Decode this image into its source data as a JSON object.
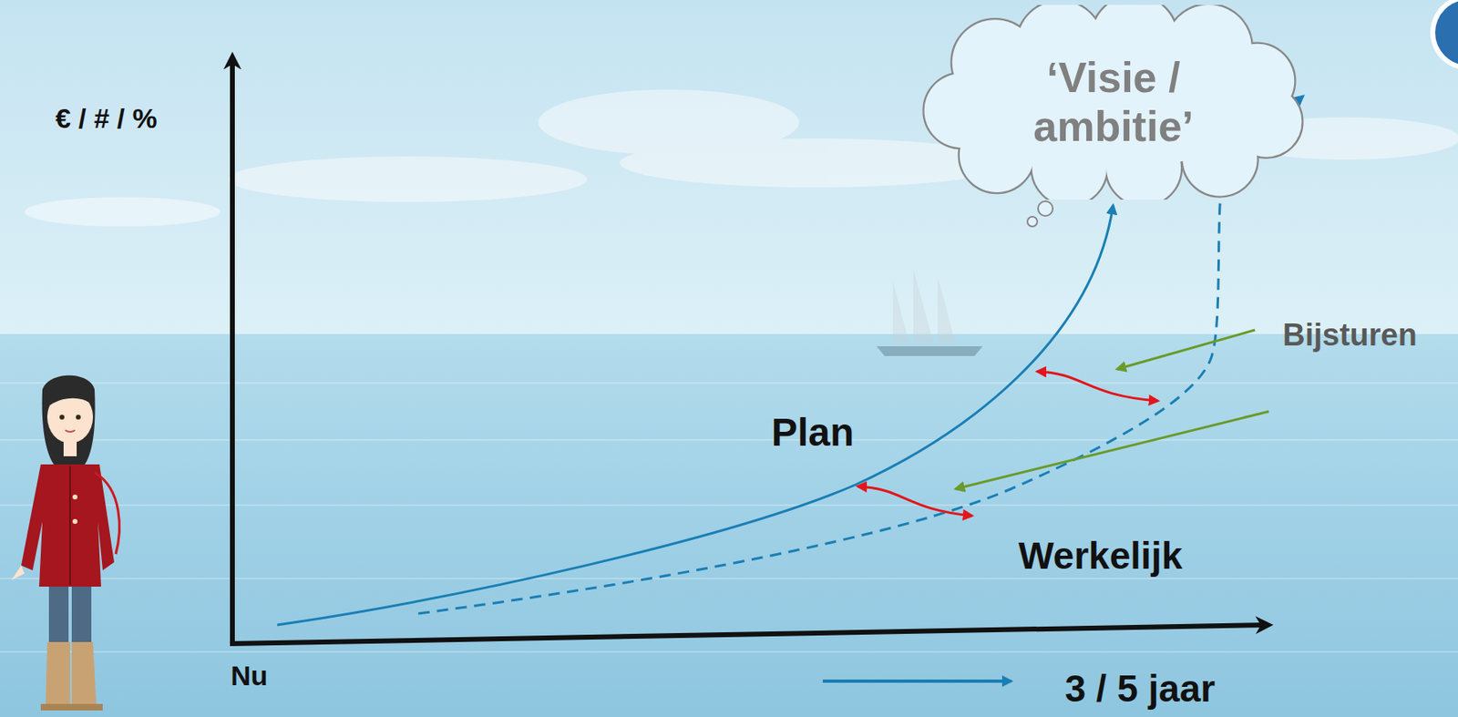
{
  "diagram": {
    "nodes": [
      {
        "text": [
          "‘Visie / ambitie’"
        ]
      }
    ],
    "labels": [
      "€ / # / %",
      "Plan",
      "Werkelijk",
      "Bijsturen",
      "Nu",
      "3 / 5 jaar"
    ]
  }
}
